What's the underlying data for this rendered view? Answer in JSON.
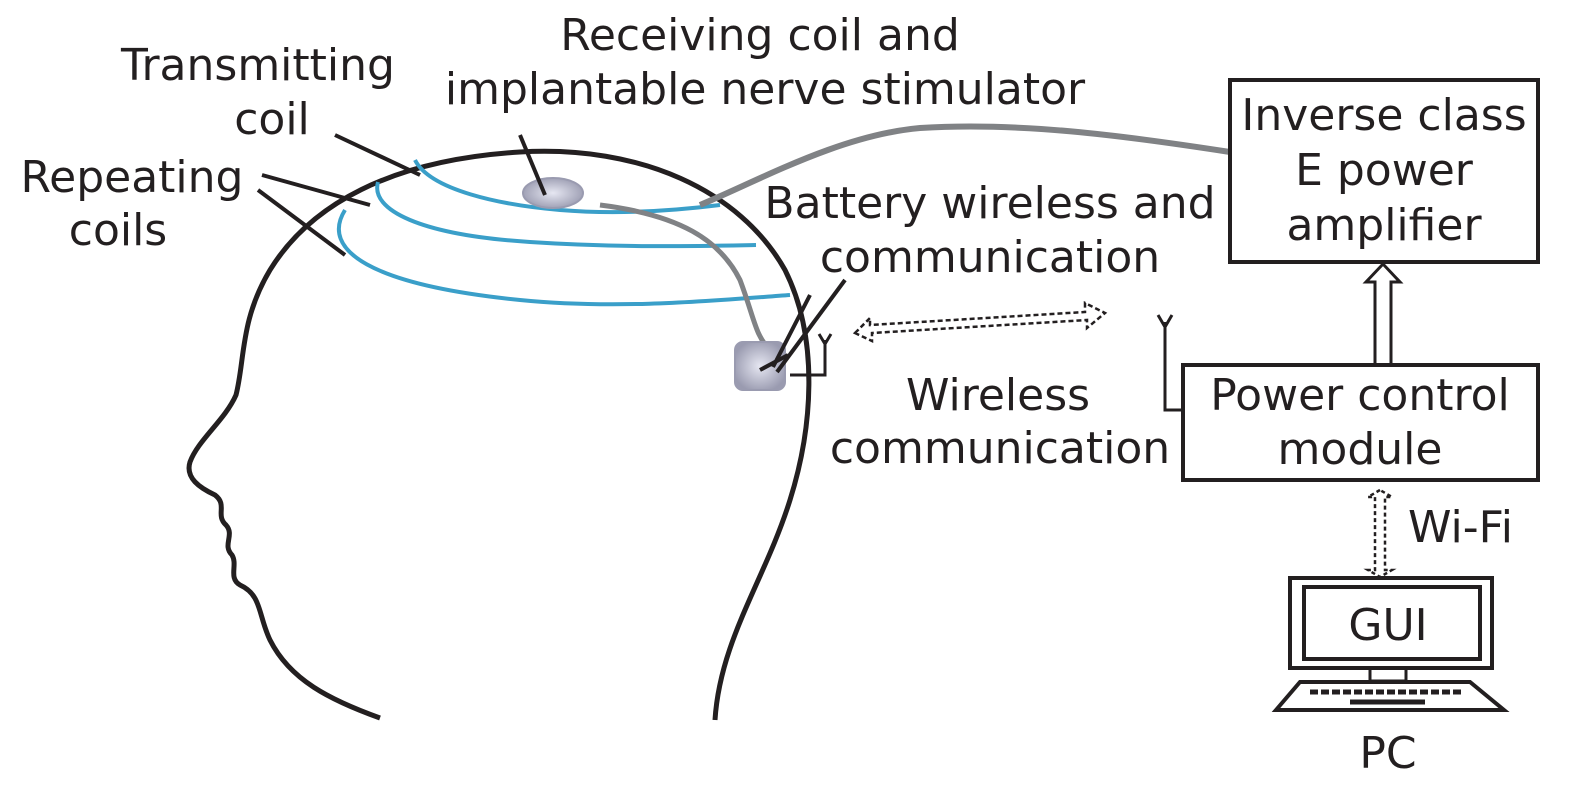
{
  "labels": {
    "receiving_line1": "Receiving coil and",
    "receiving_line2": "implantable nerve stimulator",
    "transmitting_line1": "Transmitting",
    "transmitting_line2": "coil",
    "repeating_line1": "Repeating",
    "repeating_line2": "coils",
    "battery_line1": "Battery wireless and",
    "battery_line2": "communication",
    "wireless_line1": "Wireless",
    "wireless_line2": "communication",
    "wifi": "Wi-Fi",
    "pc": "PC"
  },
  "blocks": {
    "amplifier": [
      "Inverse class",
      "E power",
      "amplifier"
    ],
    "power_control": [
      "Power control",
      "module"
    ],
    "gui": "GUI"
  },
  "colors": {
    "coil": "#3a9fc9",
    "cable": "#808285",
    "outline": "#231f20"
  }
}
